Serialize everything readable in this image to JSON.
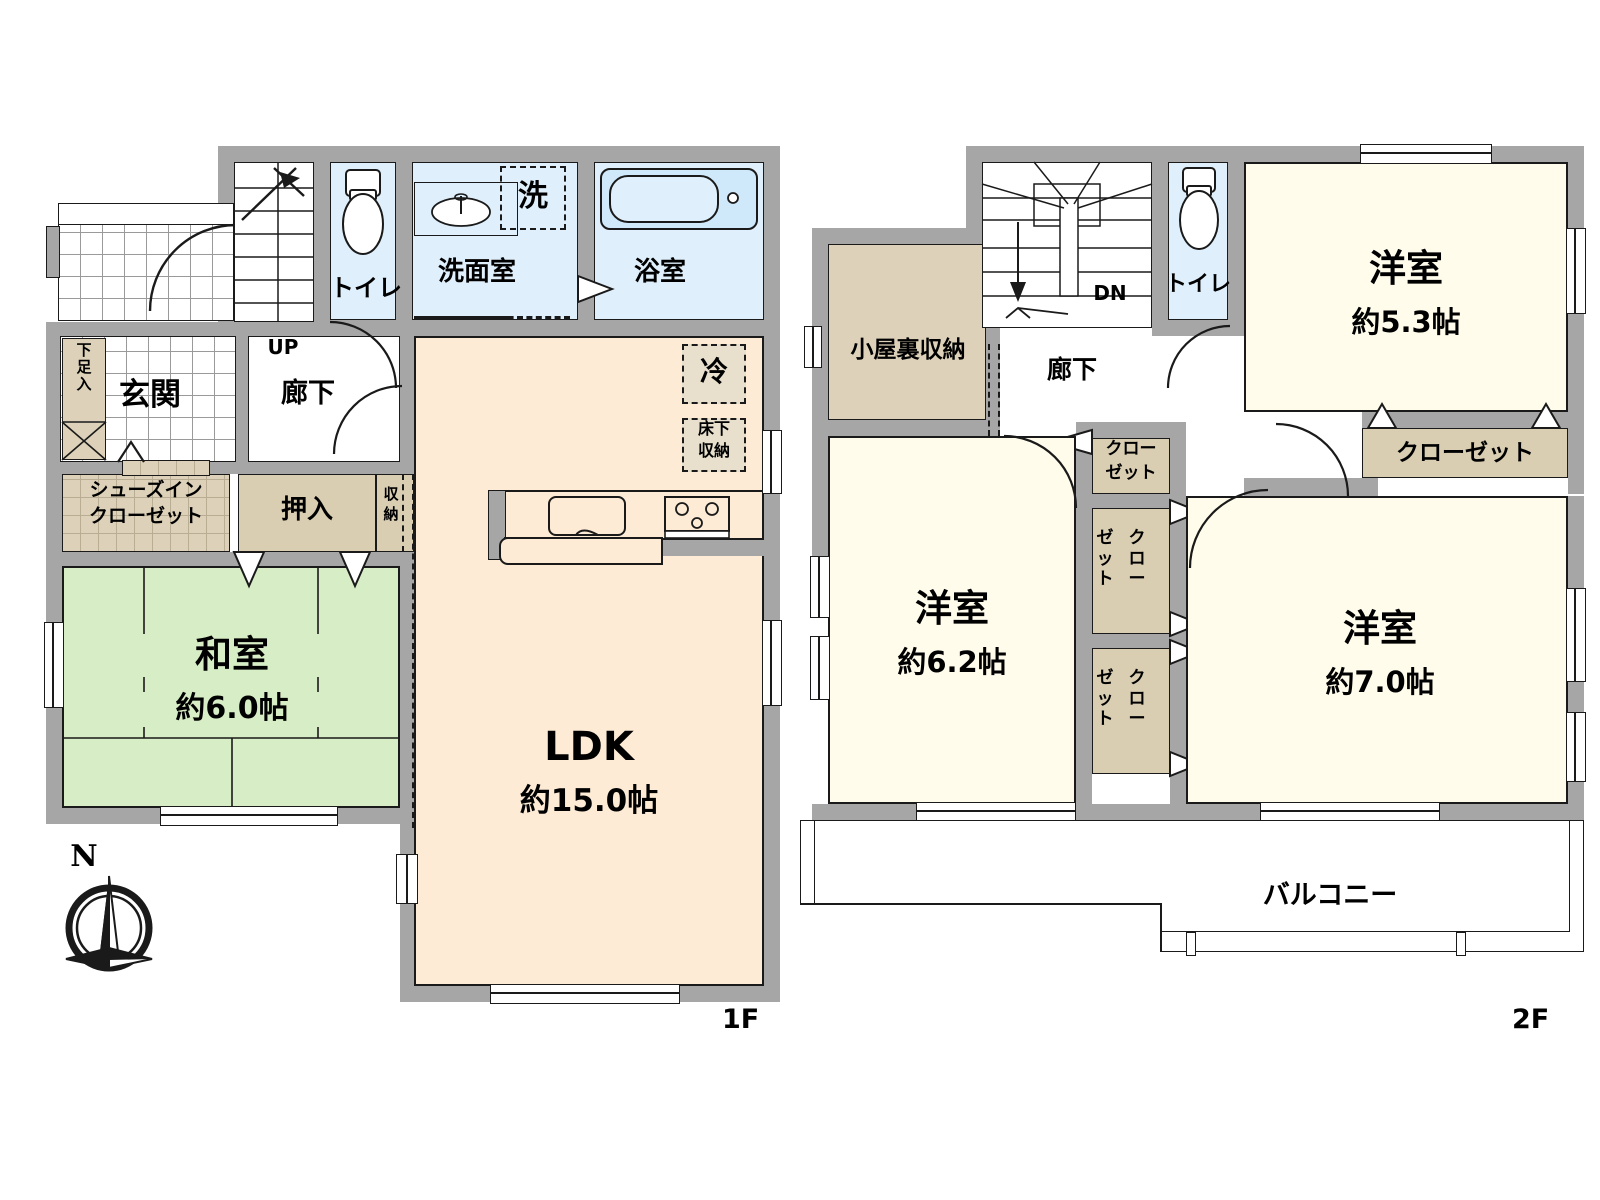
{
  "floor1": {
    "label": "1F",
    "rooms": [
      {
        "name": "genkan",
        "label": "玄関"
      },
      {
        "name": "rouka",
        "label": "廊下"
      },
      {
        "name": "toilet",
        "label": "トイレ"
      },
      {
        "name": "senmenshitsu",
        "label": "洗面室"
      },
      {
        "name": "yokushitsu",
        "label": "浴室"
      },
      {
        "name": "washer",
        "label": "洗"
      },
      {
        "name": "fridge",
        "label": "冷"
      },
      {
        "name": "yukashita-shuno",
        "label": "床下\n収納"
      },
      {
        "name": "yukashita-line1",
        "label": "床下"
      },
      {
        "name": "yukashita-line2",
        "label": "収納"
      },
      {
        "name": "getabako",
        "label": "下\n足\n入"
      },
      {
        "name": "shoes-in-closet-line1",
        "label": "シューズイン"
      },
      {
        "name": "shoes-in-closet-line2",
        "label": "クローゼット"
      },
      {
        "name": "oshiire",
        "label": "押入"
      },
      {
        "name": "shuno-line1",
        "label": "収"
      },
      {
        "name": "shuno-line2",
        "label": "納"
      },
      {
        "name": "washitsu",
        "label": "和室"
      },
      {
        "name": "washitsu-size",
        "label": "約6.0帖"
      },
      {
        "name": "ldk",
        "label": "LDK"
      },
      {
        "name": "ldk-size",
        "label": "約15.0帖"
      }
    ],
    "stair_direction": "UP"
  },
  "floor2": {
    "label": "2F",
    "rooms": [
      {
        "name": "koyaura-shuno",
        "label": "小屋裏収納"
      },
      {
        "name": "rouka",
        "label": "廊下"
      },
      {
        "name": "toilet",
        "label": "トイレ"
      },
      {
        "name": "yoshitsu-53",
        "label": "洋室"
      },
      {
        "name": "yoshitsu-53-size",
        "label": "約5.3帖"
      },
      {
        "name": "yoshitsu-62",
        "label": "洋室"
      },
      {
        "name": "yoshitsu-62-size",
        "label": "約6.2帖"
      },
      {
        "name": "yoshitsu-70",
        "label": "洋室"
      },
      {
        "name": "yoshitsu-70-size",
        "label": "約7.0帖"
      },
      {
        "name": "closet-top-line1",
        "label": "クロー"
      },
      {
        "name": "closet-top-line2",
        "label": "ゼット"
      },
      {
        "name": "closet-right",
        "label": "クローゼット"
      },
      {
        "name": "closet-mid-a-line1",
        "label": "ゼット"
      },
      {
        "name": "closet-mid-a-line2",
        "label": "クロー"
      },
      {
        "name": "closet-mid-b-line1",
        "label": "ゼット"
      },
      {
        "name": "closet-mid-b-line2",
        "label": "クロー"
      },
      {
        "name": "balcony",
        "label": "バルコニー"
      }
    ],
    "stair_direction": "DN"
  },
  "compass": {
    "north_label": "N"
  },
  "colors": {
    "wall": "#a6a6a6",
    "outline": "#1a1a1a",
    "ldk": "#fdebd5",
    "washitsu": "#d7edc5",
    "yoshitsu": "#fffceb",
    "wet": "#dff0fc",
    "closet": "#d9cdb2",
    "storage": "#e8e0cc"
  }
}
